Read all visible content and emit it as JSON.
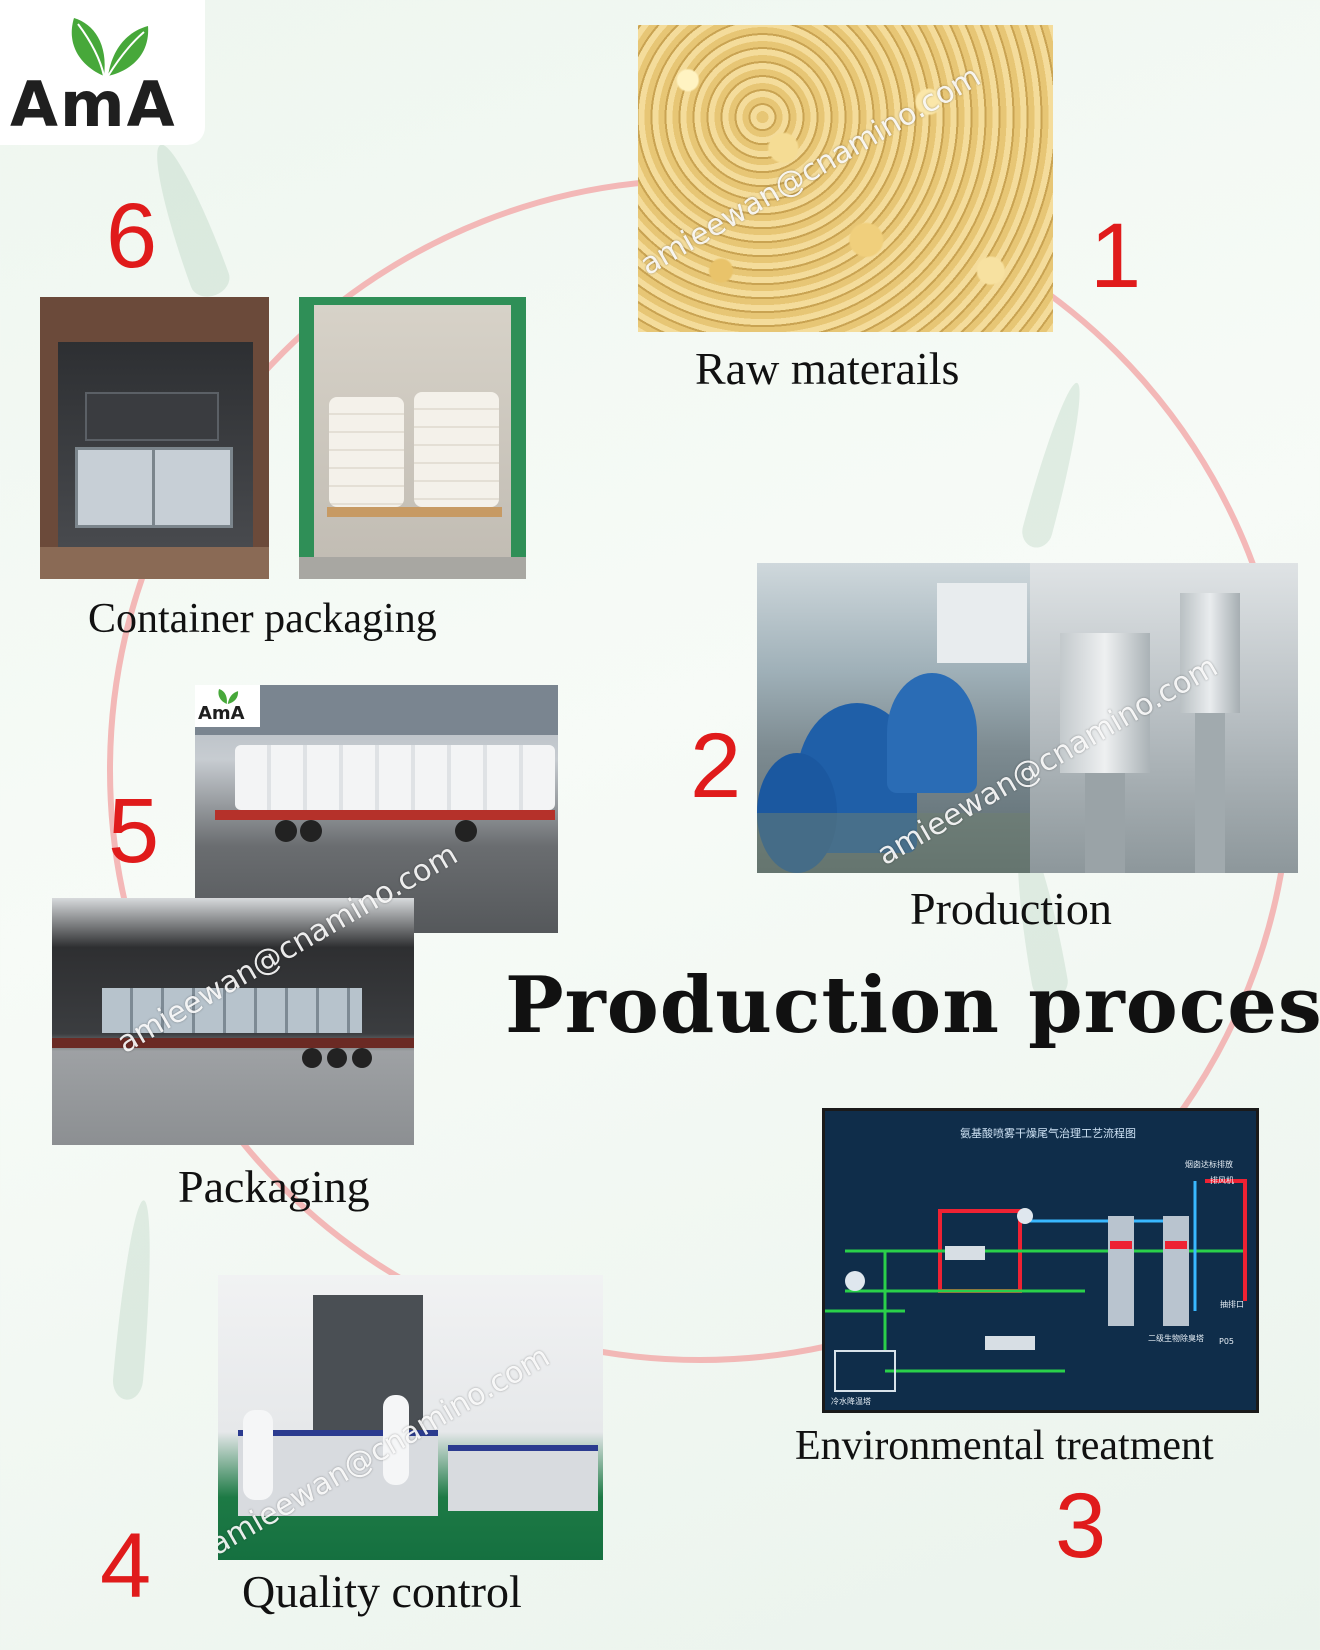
{
  "logo": {
    "text": "AmA",
    "colors": {
      "text": "#1f1f1f",
      "leaf": "#47a83a"
    }
  },
  "title": "Production process",
  "watermark": "amieewan@cnamino.com",
  "steps": [
    {
      "number": "1",
      "caption": "Raw materails"
    },
    {
      "number": "2",
      "caption": "Production"
    },
    {
      "number": "3",
      "caption": "Environmental treatment"
    },
    {
      "number": "4",
      "caption": "Quality control"
    },
    {
      "number": "5",
      "caption": "Packaging"
    },
    {
      "number": "6",
      "caption": "Container packaging"
    }
  ],
  "diagram_screen": {
    "heading": "氨基酸喷雾干燥尾气治理工艺流程图",
    "labels": [
      "烟囱达标排放",
      "排风机",
      "二级生物除臭塔",
      "P05",
      "冷水降温塔",
      "抽排口"
    ]
  },
  "colors": {
    "number": "#e01b1b",
    "circle": "#f2a8a8",
    "accent_green": "#47a83a"
  }
}
